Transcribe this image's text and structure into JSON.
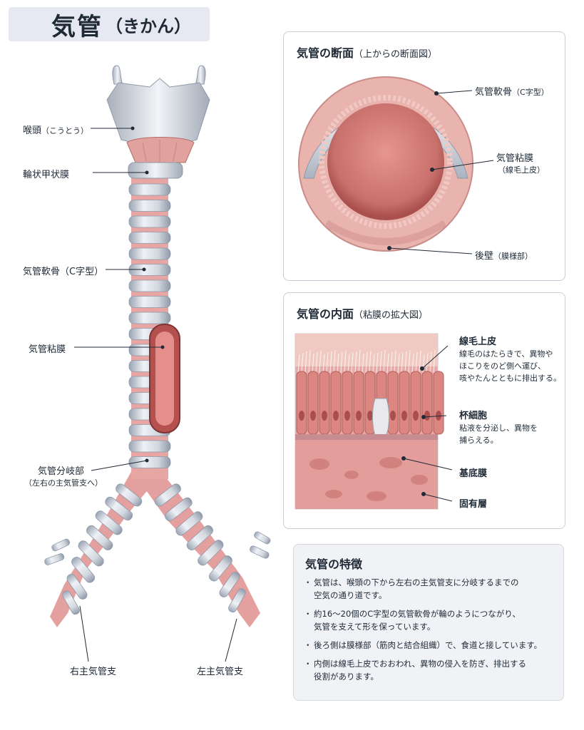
{
  "title": {
    "main": "気管",
    "sub": "（きかん）"
  },
  "left_labels": {
    "larynx": {
      "main": "喉頭",
      "sub": "（こうとう）"
    },
    "cricothyroid": "輪状甲状膜",
    "cartilage": "気管軟骨（C字型）",
    "mucosa": "気管粘膜",
    "bifurcation": "気管分岐部",
    "bifurcation_sub": "（左右の主気管支へ）",
    "right_bronchus": "右主気管支",
    "left_bronchus": "左主気管支"
  },
  "cross_section": {
    "title": "気管の断面",
    "title_sub": "（上からの断面図）",
    "label_cartilage": "気管軟骨",
    "label_cartilage_sub": "（C字型）",
    "label_mucosa": "気管粘膜",
    "label_mucosa_sub": "（線毛上皮）",
    "label_posterior": "後壁",
    "label_posterior_sub": "（膜様部）"
  },
  "inner_surface": {
    "title": "気管の内面",
    "title_sub": "（粘膜の拡大図）",
    "ciliated_title": "線毛上皮",
    "ciliated_desc": [
      "線毛のはたらきで、異物や",
      "ほこりをのど側へ運び、",
      "咳やたんとともに排出する。"
    ],
    "goblet_title": "杯細胞",
    "goblet_desc": [
      "粘液を分泌し、異物を",
      "捕らえる。"
    ],
    "basement": "基底膜",
    "lamina": "固有層"
  },
  "features": {
    "title": "気管の特徴",
    "items": [
      "気管は、喉頭の下から左右の主気管支に分岐するまでの\n空気の通り道です。",
      "約16〜20個のC字型の気管軟骨が輪のようにつながり、\n気管を支えて形を保っています。",
      "後ろ側は膜様部（筋肉と結合組織）で、食道と接しています。",
      "内側は線毛上皮でおおわれ、異物の侵入を防ぎ、排出する\n役割があります。"
    ]
  },
  "colors": {
    "cartilage": "#c9d0da",
    "mucosa": "#e7a6a4",
    "tissue": "#d98d8c",
    "panel_border": "#c9ced8"
  }
}
